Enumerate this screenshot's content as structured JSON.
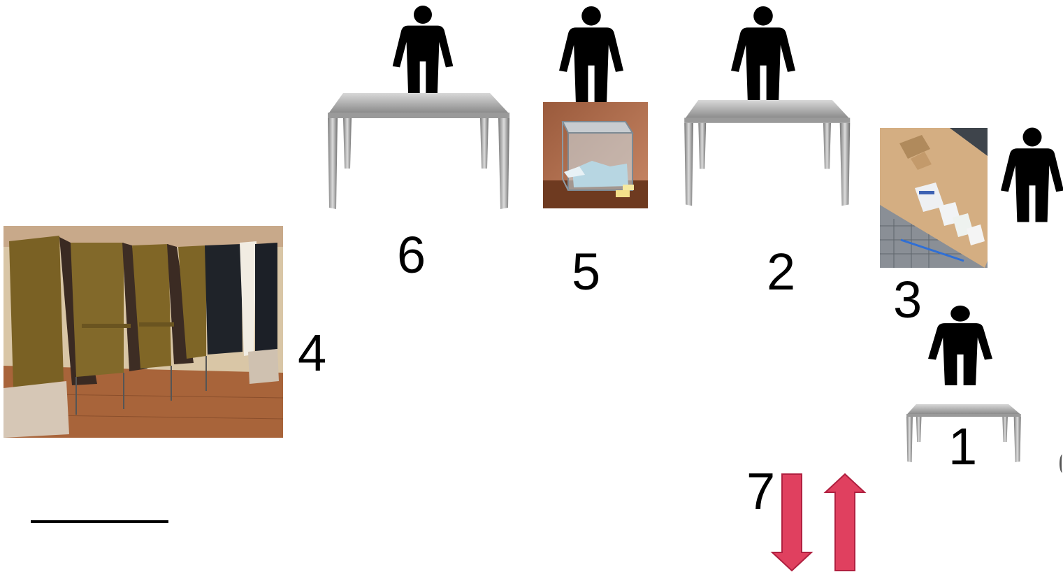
{
  "stations": [
    {
      "number": "1",
      "items": [
        "person-icon",
        "table"
      ]
    },
    {
      "number": "2",
      "items": [
        "person-icon",
        "table"
      ]
    },
    {
      "number": "3",
      "items": [
        "person-icon",
        "ballot-papers-photo"
      ]
    },
    {
      "number": "4",
      "items": [
        "voting-booths-photo"
      ]
    },
    {
      "number": "5",
      "items": [
        "person-icon",
        "ballot-box-photo"
      ]
    },
    {
      "number": "6",
      "items": [
        "person-icon",
        "table"
      ]
    },
    {
      "number": "7",
      "items": [
        "entrance-exit-arrows"
      ]
    }
  ],
  "colors": {
    "arrow": "#e0405f",
    "arrow_stroke": "#b02040",
    "table_top": "#b5b5b5",
    "person": "#000000"
  }
}
